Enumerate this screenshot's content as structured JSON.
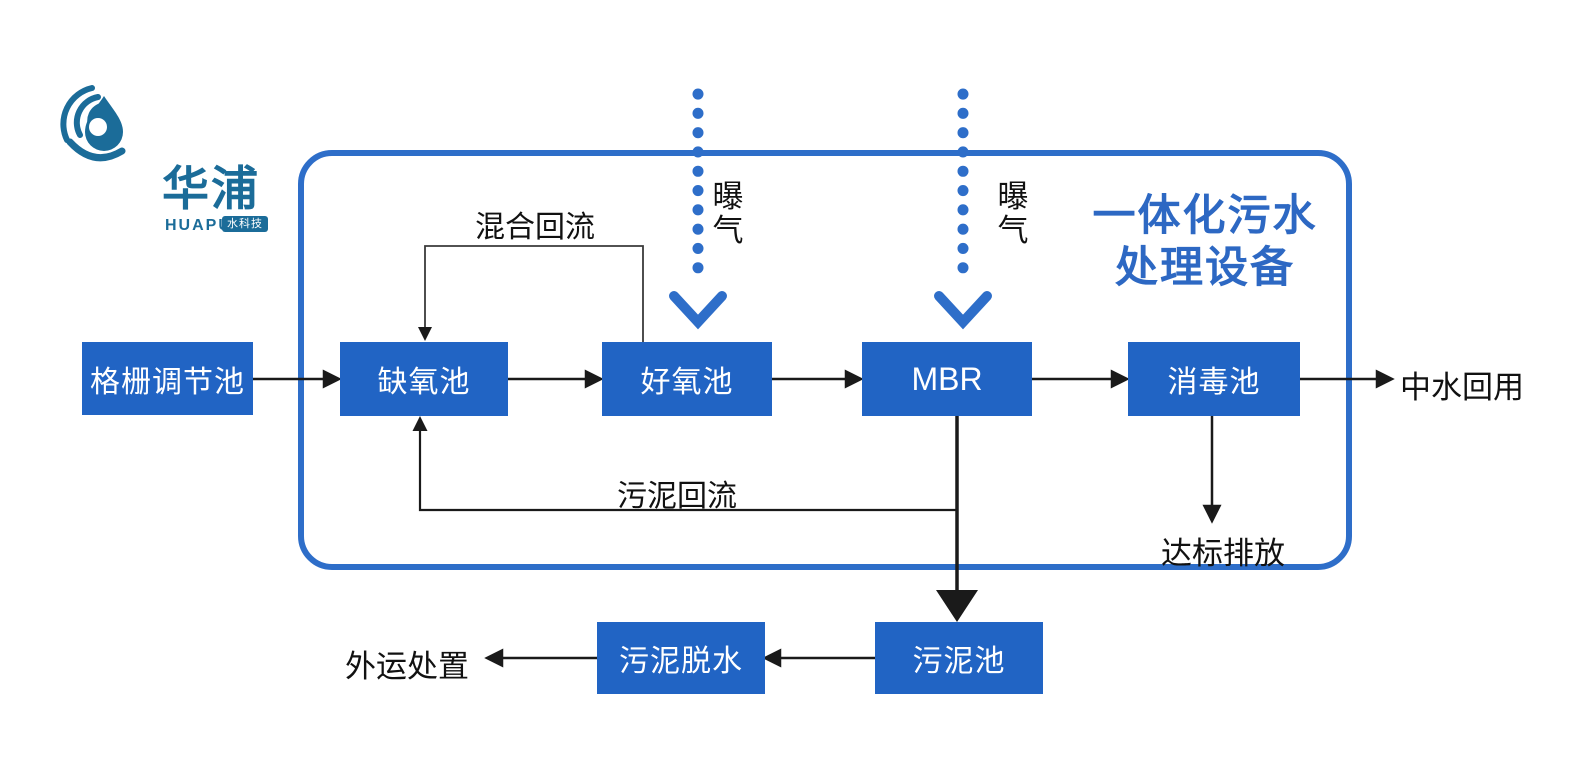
{
  "colors": {
    "box_blue": "#2164c4",
    "frame_blue": "#2e6ec9",
    "title_blue": "#2d68c3",
    "logo_blue": "#1b6c99",
    "arrow_black": "#1a1a1a",
    "box_text": "#ffffff"
  },
  "logo": {
    "name_cn": "华浦",
    "name_en": "HUAPU",
    "tagline": "水科技",
    "icon": "water-drop-icon"
  },
  "title": {
    "line1": "一体化污水",
    "line2": "处理设备"
  },
  "nodes": [
    {
      "id": "grid-regulating-tank",
      "label": "格栅调节池"
    },
    {
      "id": "anoxic-tank",
      "label": "缺氧池"
    },
    {
      "id": "aerobic-tank",
      "label": "好氧池"
    },
    {
      "id": "mbr",
      "label": "MBR"
    },
    {
      "id": "disinfection-tank",
      "label": "消毒池"
    },
    {
      "id": "sludge-dewatering",
      "label": "污泥脱水"
    },
    {
      "id": "sludge-tank",
      "label": "污泥池"
    }
  ],
  "labels": {
    "mixed_reflux": "混合回流",
    "aeration_1": "曝气",
    "aeration_2": "曝气",
    "sludge_reflux": "污泥回流",
    "water_reuse": "中水回用",
    "standard_discharge": "达标排放",
    "external_disposal": "外运处置"
  }
}
